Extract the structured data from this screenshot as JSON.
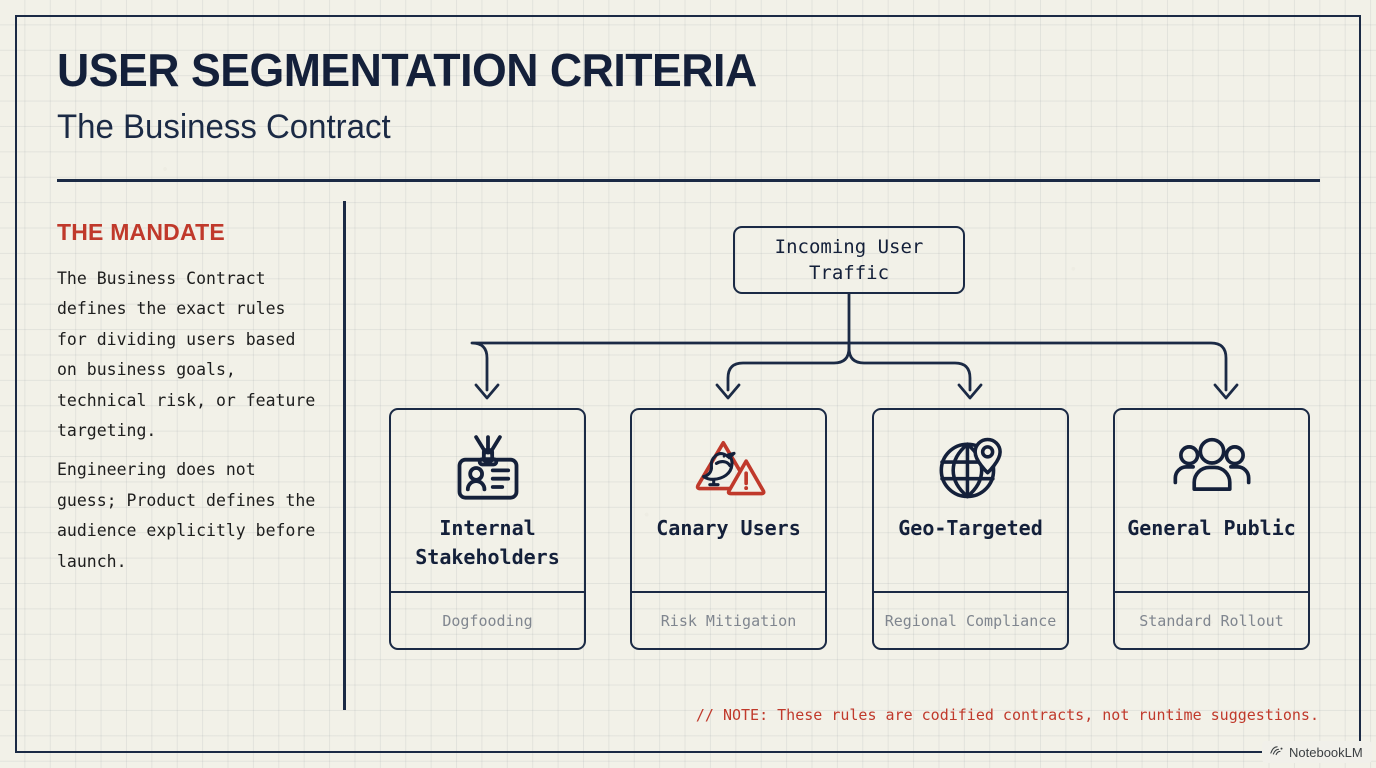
{
  "header": {
    "title": "USER SEGMENTATION CRITERIA",
    "subtitle": "The Business Contract"
  },
  "sidebar": {
    "label": "THE MANDATE",
    "paragraphs": [
      "The Business Contract defines the exact rules for dividing users based on business goals, technical risk, or feature targeting.",
      "Engineering does not guess; Product defines the audience explicitly before launch."
    ]
  },
  "flow": {
    "root": "Incoming User Traffic",
    "cards": [
      {
        "title": "Internal Stakeholders",
        "footer": "Dogfooding",
        "icon": "id-badge-icon"
      },
      {
        "title": "Canary Users",
        "footer": "Risk Mitigation",
        "icon": "canary-warning-icon"
      },
      {
        "title": "Geo-Targeted",
        "footer": "Regional Compliance",
        "icon": "globe-pin-icon"
      },
      {
        "title": "General Public",
        "footer": "Standard Rollout",
        "icon": "people-group-icon"
      }
    ]
  },
  "note": "// NOTE: These rules are codified contracts, not runtime suggestions.",
  "watermark": {
    "label": "NotebookLM",
    "icon": "notebooklm-icon"
  },
  "colors": {
    "paper": "#f2f1e8",
    "ink": "#1b2a45",
    "ink_dark": "#14203a",
    "accent_red": "#c0392b",
    "muted": "#80868f"
  }
}
